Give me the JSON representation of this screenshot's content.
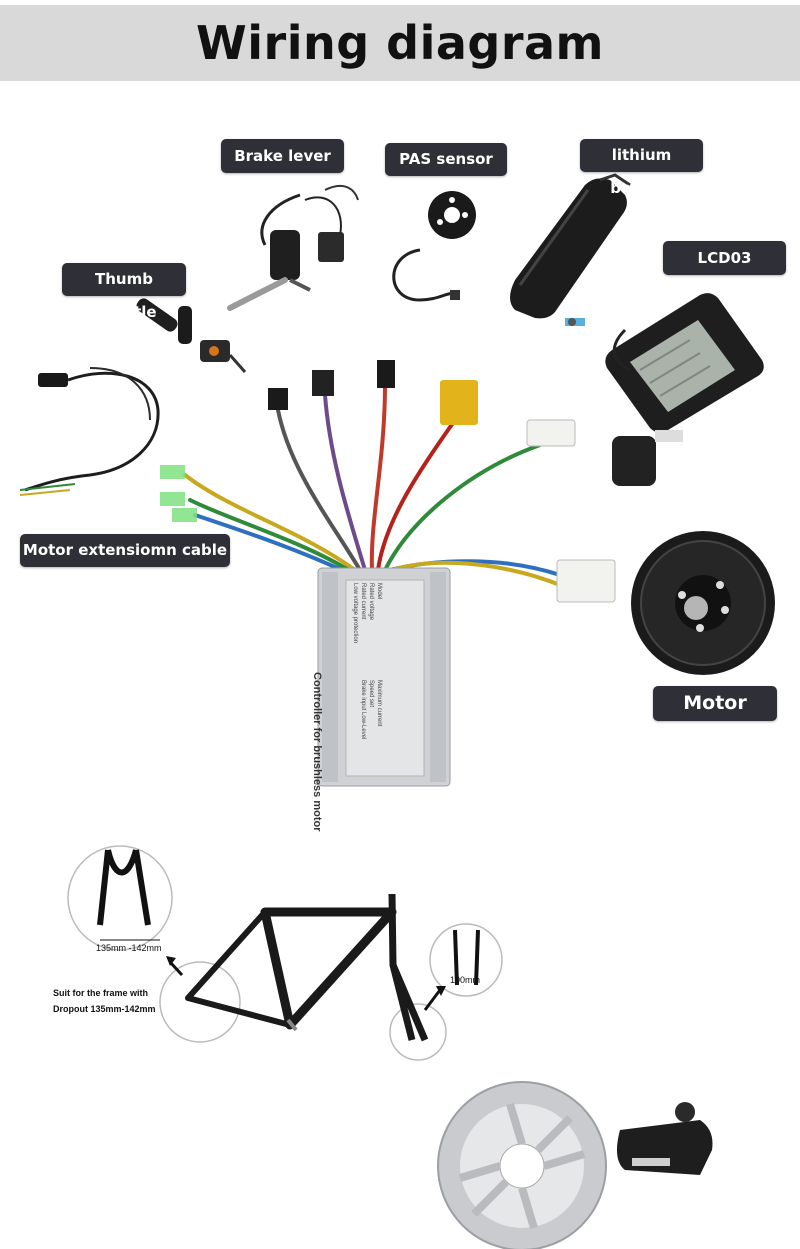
{
  "header": {
    "title": "Wiring diagram"
  },
  "components": {
    "brake_lever": "Brake lever",
    "pas_sensor": "PAS sensor",
    "lithium_battery": "lithium battery",
    "lcd": "LCD03",
    "thumb_throttle": "Thumb throttle",
    "motor_extension_cable": "Motor extensiomn cable",
    "motor": "Motor"
  },
  "controller": {
    "title": "Controller for brushless motor",
    "specs_left": [
      "Model",
      "Rated voltage",
      "Rated current",
      "Low voltage protection"
    ],
    "specs_right": [
      "Maximum current",
      "Speed set",
      "Brake input Low-Level"
    ]
  },
  "frame": {
    "rear_dropout": "135mm -142mm",
    "front_dropout": "100mm",
    "note_line1": "Suit for the frame with",
    "note_line2": "Dropout 135mm-142mm"
  },
  "colors": {
    "banner": "#d9d9d9",
    "label_bg": "#2f2f37",
    "label_text": "#ffffff"
  }
}
